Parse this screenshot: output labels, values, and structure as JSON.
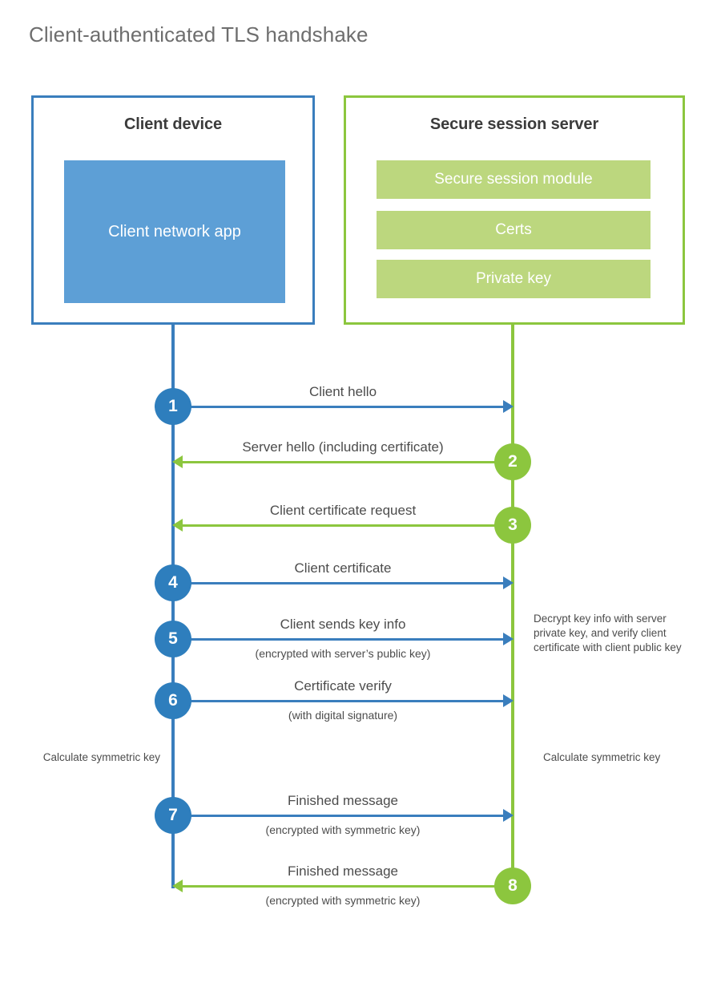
{
  "title": "Client-authenticated TLS handshake",
  "colors": {
    "client_accent": "#3a7ebd",
    "client_circle": "#2e7ebd",
    "client_app_fill": "#5d9fd6",
    "server_accent": "#8cc63e",
    "server_block_fill": "#bcd77e",
    "text": "#4c4c4c",
    "title_text": "#6e6e6e",
    "background": "#ffffff"
  },
  "participants": {
    "client": {
      "title": "Client device",
      "app_label": "Client network app"
    },
    "server": {
      "title": "Secure session server",
      "blocks": [
        "Secure session module",
        "Certs",
        "Private key"
      ]
    }
  },
  "steps": [
    {
      "number": "1",
      "label": "Client hello",
      "sublabel": "",
      "direction": "client-to-server",
      "color": "blue"
    },
    {
      "number": "2",
      "label": "Server hello (including certificate)",
      "sublabel": "",
      "direction": "server-to-client",
      "color": "green"
    },
    {
      "number": "3",
      "label": "Client certificate request",
      "sublabel": "",
      "direction": "server-to-client",
      "color": "green"
    },
    {
      "number": "4",
      "label": "Client certificate",
      "sublabel": "",
      "direction": "client-to-server",
      "color": "blue"
    },
    {
      "number": "5",
      "label": "Client sends key info",
      "sublabel": "(encrypted with server’s public key)",
      "direction": "client-to-server",
      "color": "blue"
    },
    {
      "number": "6",
      "label": "Certificate verify",
      "sublabel": "(with digital signature)",
      "direction": "client-to-server",
      "color": "blue"
    },
    {
      "number": "7",
      "label": "Finished message",
      "sublabel": "(encrypted with symmetric key)",
      "direction": "client-to-server",
      "color": "blue"
    },
    {
      "number": "8",
      "label": "Finished message",
      "sublabel": "(encrypted with symmetric key)",
      "direction": "server-to-client",
      "color": "green"
    }
  ],
  "annotations": {
    "server_decrypt": "Decrypt key info with server private key, and verify client certificate with client public key",
    "client_calculate": "Calculate symmetric key",
    "server_calculate": "Calculate symmetric key"
  }
}
